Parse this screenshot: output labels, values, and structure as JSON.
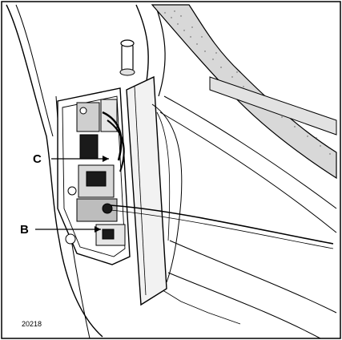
{
  "figure": {
    "reference_number": "20218",
    "callouts": [
      {
        "id": "C",
        "label": "C"
      },
      {
        "id": "B",
        "label": "B"
      }
    ]
  }
}
